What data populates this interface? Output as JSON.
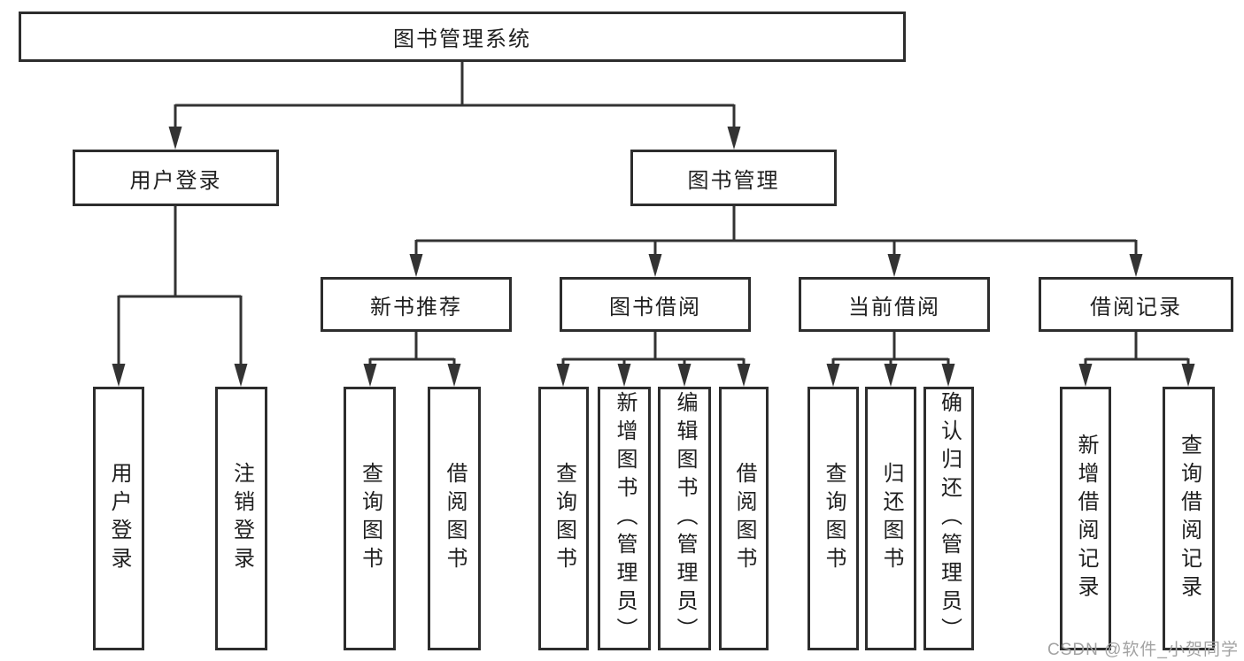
{
  "diagram": {
    "type": "hierarchy-tree",
    "root": {
      "label": "图书管理系统"
    },
    "branches": {
      "user_login": {
        "label": "用户登录",
        "children": [
          "用户登录",
          "注销登录"
        ]
      },
      "book_mgmt": {
        "label": "图书管理"
      },
      "new_books": {
        "label": "新书推荐",
        "children": [
          "查询图书",
          "借阅图书"
        ]
      },
      "book_borrow": {
        "label": "图书借阅",
        "children": [
          "查询图书",
          "新增图书（管理员）",
          "编辑图书（管理员）",
          "借阅图书"
        ]
      },
      "current_borrow": {
        "label": "当前借阅",
        "children": [
          "查询图书",
          "归还图书",
          "确认归还（管理员）"
        ]
      },
      "borrow_records": {
        "label": "借阅记录",
        "children": [
          "新增借阅记录",
          "查询借阅记录"
        ]
      }
    }
  },
  "watermark": {
    "text": "CSDN @软件_小贺同学",
    "color": "#a3a3a3"
  },
  "colors": {
    "line": "#333333",
    "box_border": "#2d2d2d",
    "text": "#1f1f1f",
    "background": "#ffffff"
  }
}
